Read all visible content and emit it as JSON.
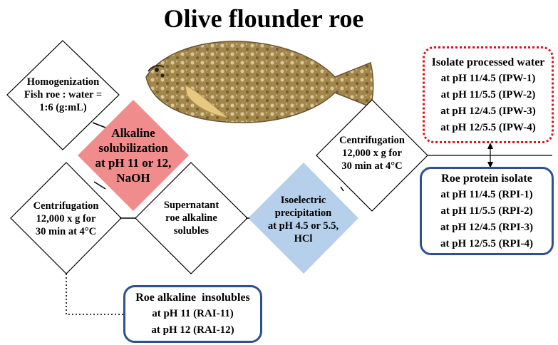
{
  "title": "Olive flounder roe",
  "steps": {
    "homogenization": [
      "Homogenization",
      "Fish roe : water =",
      "1:6 (g:mL)"
    ],
    "alkaline": [
      "Alkaline",
      "solubilization",
      "at pH 11 or 12,",
      "NaOH"
    ],
    "centrifugation_left": [
      "Centrifugation",
      "12,000 x g for",
      "30 min at 4°C"
    ],
    "supernatant": [
      "Supernatant",
      "roe alkaline",
      "solubles"
    ],
    "isoelectric": [
      "Isoelectric",
      "precipitation",
      "at pH 4.5 or 5.5,",
      "HCl"
    ],
    "centrifugation_right": [
      "Centrifugation",
      "12,000 x g for",
      "30 min at 4°C"
    ]
  },
  "outputs": {
    "ipw": {
      "heading": "Isolate processed water",
      "items": [
        "at pH 11/4.5 (IPW-1)",
        "at pH 11/5.5 (IPW-2)",
        "at pH 12/4.5 (IPW-3)",
        "at pH 12/5.5 (IPW-4)"
      ]
    },
    "rpi": {
      "heading": "Roe protein isolate",
      "items": [
        "at pH 11/4.5 (RPI-1)",
        "at pH 11/5.5 (RPI-2)",
        "at pH 12/4.5 (RPI-3)",
        "at pH 12/5.5 (RPI-4)"
      ]
    },
    "rai": {
      "heading": "Roe alkaline  insolubles",
      "items": [
        "at pH 11 (RAI-11)",
        "at pH 12 (RAI-12)"
      ]
    }
  },
  "colors": {
    "alkaline_fill": "#f08c8c",
    "isoelectric_fill": "#b6d0ec",
    "rpi_border": "#2f4f8f",
    "ipw_border": "#e0101a",
    "fish_body": "#a88a4a"
  }
}
